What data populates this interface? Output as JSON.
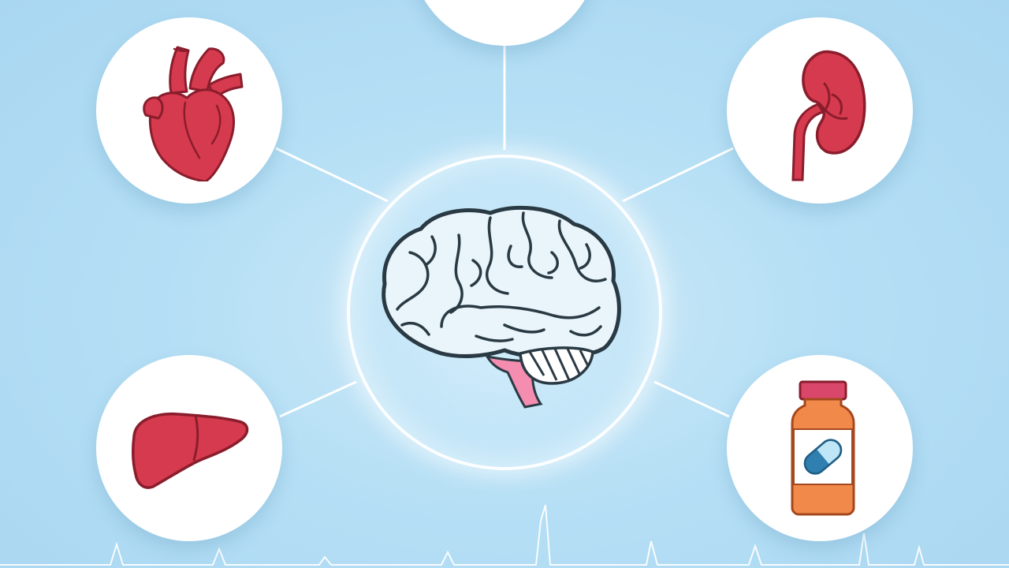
{
  "diagram": {
    "center": {
      "icon": "brain-icon"
    },
    "nodes": [
      {
        "id": "top",
        "icon": "blank"
      },
      {
        "id": "heart",
        "icon": "heart-icon"
      },
      {
        "id": "kidney",
        "icon": "kidney-icon"
      },
      {
        "id": "liver",
        "icon": "liver-icon"
      },
      {
        "id": "medicine",
        "icon": "medicine-bottle-icon"
      }
    ],
    "colors": {
      "background": "#b5dff5",
      "organ_red": "#d63a4e",
      "organ_outline": "#8a1d2c",
      "brain_fill": "#e9f5fa",
      "brain_outline": "#2a3a44",
      "brainstem_pink": "#f48db0",
      "bottle_orange": "#f0894a",
      "bottle_cap": "#d9476b",
      "capsule_blue": "#2f7fb0",
      "capsule_light": "#bfe6f6",
      "connector": "#ffffff"
    }
  }
}
